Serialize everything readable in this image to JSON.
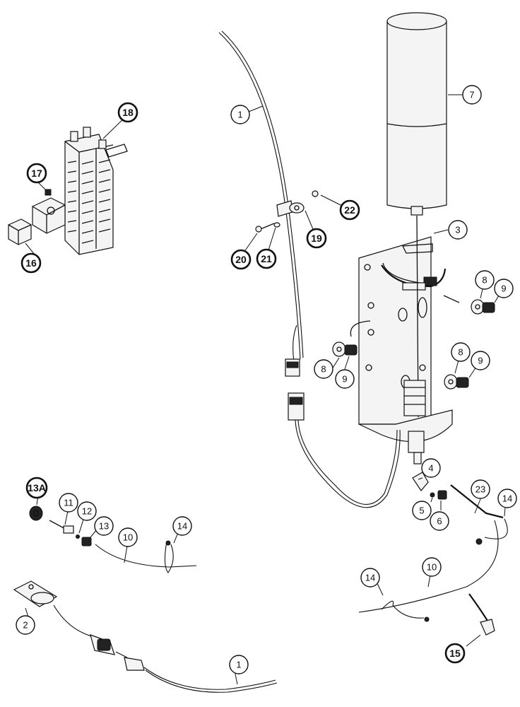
{
  "callouts": {
    "c1a": "1",
    "c1b": "1",
    "c2": "2",
    "c3": "3",
    "c4": "4",
    "c5": "5",
    "c6": "6",
    "c7": "7",
    "c8a": "8",
    "c8b": "8",
    "c8c": "8",
    "c9a": "9",
    "c9b": "9",
    "c9c": "9",
    "c10a": "10",
    "c10b": "10",
    "c11": "11",
    "c12": "12",
    "c13": "13",
    "c13a": "13A",
    "c14a": "14",
    "c14b": "14",
    "c14c": "14",
    "c15": "15",
    "c16": "16",
    "c17": "17",
    "c18": "18",
    "c19": "19",
    "c20": "20",
    "c21": "21",
    "c22": "22",
    "c23": "23"
  }
}
